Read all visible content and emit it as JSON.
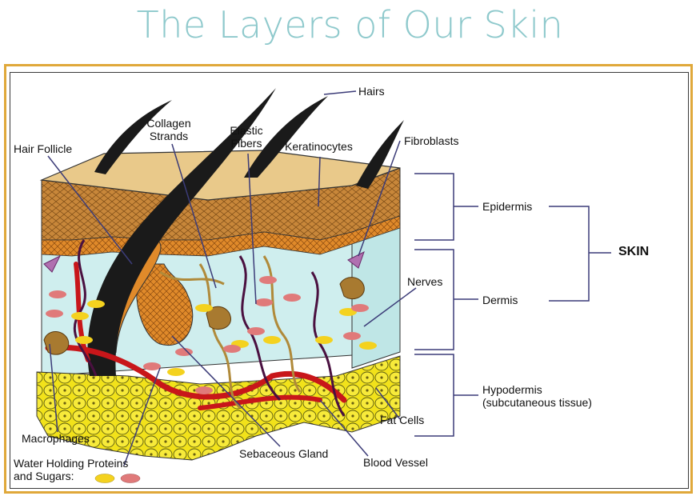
{
  "title": "The Layers of Our Skin",
  "labels": {
    "hairs": "Hairs",
    "collagen_line1": "Collagen",
    "collagen_line2": "Strands",
    "elastic_line1": "Elastic",
    "elastic_line2": "Fibers",
    "hair_follicle": "Hair Follicle",
    "keratinocytes": "Keratinocytes",
    "fibroblasts": "Fibroblasts",
    "nerves": "Nerves",
    "macrophages": "Macrophages",
    "water_line1": "Water Holding Proteins",
    "water_line2": "and Sugars:",
    "sebaceous_gland": "Sebaceous Gland",
    "blood_vessel": "Blood Vessel",
    "fat_cells": "Fat Cells"
  },
  "layers": {
    "epidermis": "Epidermis",
    "dermis": "Dermis",
    "hypodermis_line1": "Hypodermis",
    "hypodermis_line2": "(subcutaneous tissue)",
    "skin": "SKIN"
  },
  "colors": {
    "title": "#8ec9cc",
    "frame": "#e0a83a",
    "skin_surface": "#e9c98a",
    "epidermis": "#c8873a",
    "dermis": "#cfeeee",
    "fat": "#f2e21a",
    "blood": "#c8161a",
    "nerve": "#4a1040",
    "hair": "#1a1a1a",
    "collagen": "#b08a3a",
    "protein_yellow": "#f4d21f",
    "sugar_pink": "#e07a7a",
    "leader": "#3c3c78"
  }
}
